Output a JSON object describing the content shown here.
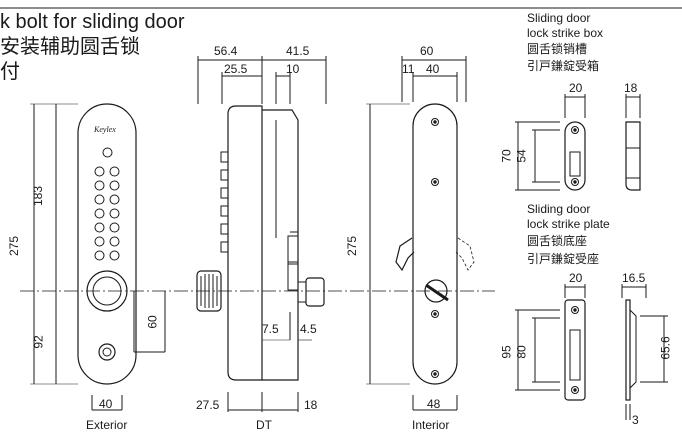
{
  "header": {
    "title_en": "k bolt for sliding door",
    "title_cn": "安装辅助圆舌锁",
    "title_jp": "付"
  },
  "views": {
    "exterior": {
      "label": "Exterior",
      "width": "40",
      "height_total": "275",
      "height_keypad": "183",
      "height_bottom": "92",
      "handle_offset": "60"
    },
    "side": {
      "label": "DT",
      "depth_total": "56.4",
      "depth_inner": "25.5",
      "right_total": "41.5",
      "right_inner": "10",
      "bottom_left": "27.5",
      "bottom_right": "18",
      "bolt_a": "7.5",
      "bolt_b": "4.5"
    },
    "interior": {
      "label": "Interior",
      "width_top": "60",
      "width_a": "11",
      "width_b": "40",
      "height": "275",
      "width_bottom": "48"
    }
  },
  "strike_box": {
    "en_line1": "Sliding door",
    "en_line2": "lock strike box",
    "cn": "圆舌锁销槽",
    "jp": "引戸鎌錠受箱",
    "width_front": "20",
    "width_side": "18",
    "height_outer": "70",
    "height_inner": "54"
  },
  "strike_plate": {
    "en_line1": "Sliding door",
    "en_line2": "lock strike plate",
    "cn": "圆舌锁底座",
    "jp": "引戸鎌錠受座",
    "width_front": "20",
    "width_side": "16.5",
    "height_outer": "95",
    "height_inner": "80",
    "height_side": "65.6",
    "thickness": "3"
  },
  "colors": {
    "line": "#1a1a1a",
    "background": "#ffffff"
  }
}
